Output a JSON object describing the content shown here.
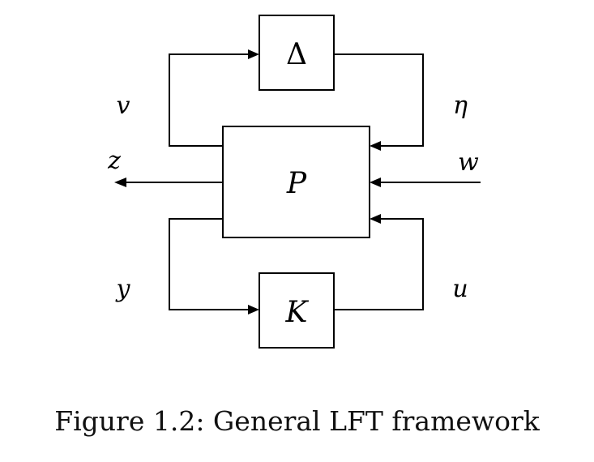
{
  "blocks": {
    "delta": "Δ",
    "plant": "P",
    "controller": "K"
  },
  "signals": {
    "v": "v",
    "eta": "η",
    "z": "z",
    "w": "w",
    "y": "y",
    "u": "u"
  },
  "caption": "Figure 1.2: General LFT framework"
}
